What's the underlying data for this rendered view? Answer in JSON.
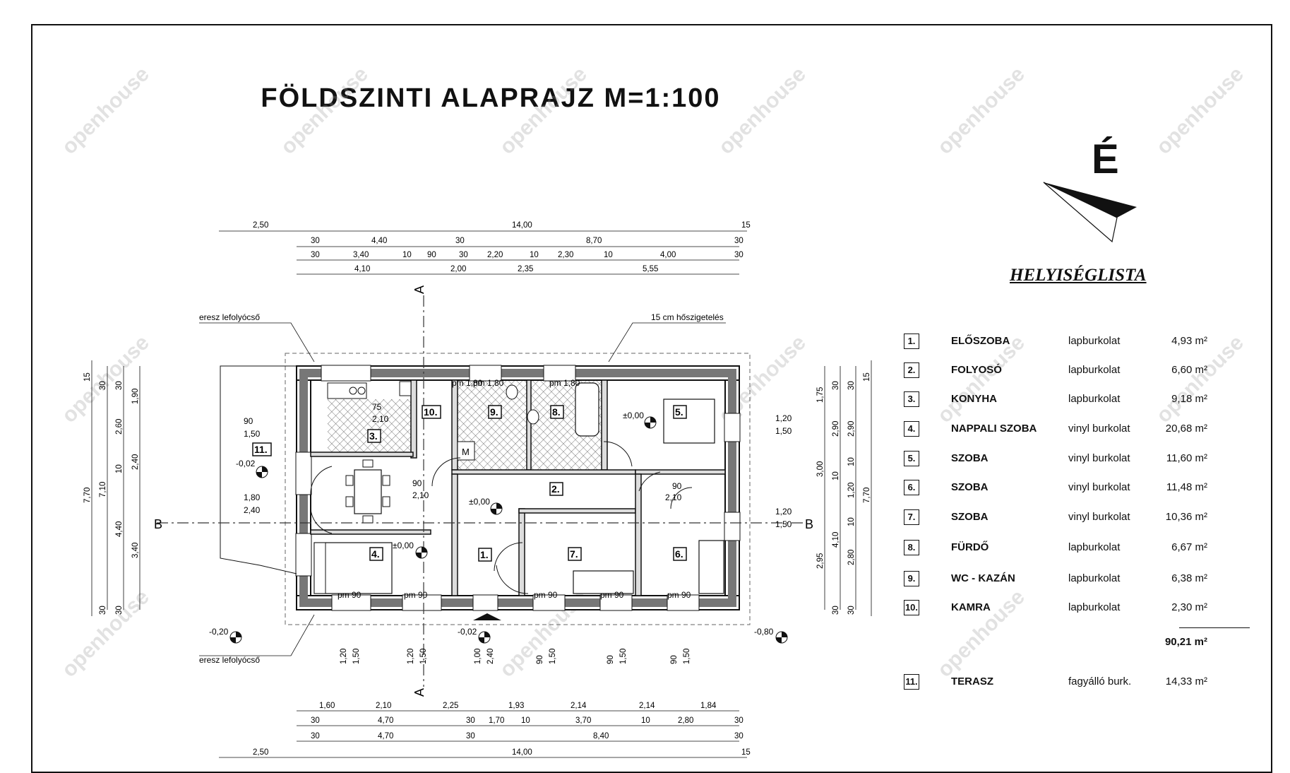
{
  "title": "FÖLDSZINTI ALAPRAJZ  M=1:100",
  "north": "É",
  "legend": {
    "heading": "HELYISÉGLISTA",
    "rooms": [
      {
        "num": "1.",
        "name": "ELŐSZOBA",
        "floor": "lapburkolat",
        "area": "4,93 m²"
      },
      {
        "num": "2.",
        "name": "FOLYOSÓ",
        "floor": "lapburkolat",
        "area": "6,60 m²"
      },
      {
        "num": "3.",
        "name": "KONYHA",
        "floor": "lapburkolat",
        "area": "9,18 m²"
      },
      {
        "num": "4.",
        "name": "NAPPALI SZOBA",
        "floor": "vinyl burkolat",
        "area": "20,68 m²"
      },
      {
        "num": "5.",
        "name": "SZOBA",
        "floor": "vinyl burkolat",
        "area": "11,60 m²"
      },
      {
        "num": "6.",
        "name": "SZOBA",
        "floor": "vinyl burkolat",
        "area": "11,48 m²"
      },
      {
        "num": "7.",
        "name": "SZOBA",
        "floor": "vinyl burkolat",
        "area": "10,36 m²"
      },
      {
        "num": "8.",
        "name": "FÜRDŐ",
        "floor": "lapburkolat",
        "area": "6,67 m²"
      },
      {
        "num": "9.",
        "name": "WC - KAZÁN",
        "floor": "lapburkolat",
        "area": "6,38 m²"
      },
      {
        "num": "10.",
        "name": "KAMRA",
        "floor": "lapburkolat",
        "area": "2,30 m²"
      }
    ],
    "total": "90,21 m²",
    "terrace": {
      "num": "11.",
      "name": "TERASZ",
      "floor": "fagyálló burk.",
      "area": "14,33 m²"
    }
  },
  "plan": {
    "room_tags": [
      "1.",
      "2.",
      "3.",
      "4.",
      "5.",
      "6.",
      "7.",
      "8.",
      "9.",
      "10.",
      "11."
    ],
    "notes": {
      "gutter_top": "eresz lefolyócső",
      "gutter_bottom": "eresz lefolyócső",
      "insulation": "15 cm hőszigetelés"
    },
    "section_marks": {
      "a": "A",
      "b": "B"
    },
    "levels": [
      "±0,00",
      "±0,00",
      "±0,00",
      "-0,02",
      "-0,02",
      "-0,20",
      "-0,80"
    ],
    "parapets": [
      "pm 90",
      "pm 1,80"
    ],
    "dims_top": {
      "row1": [
        "2,50",
        "14,00",
        "15"
      ],
      "row2": [
        "30",
        "4,40",
        "30",
        "8,70",
        "30"
      ],
      "row3": [
        "30",
        "3,40",
        "10",
        "90",
        "30",
        "2,20",
        "10",
        "2,30",
        "10",
        "4,00",
        "30"
      ],
      "row4": [
        "4,10",
        "2,00",
        "2,35",
        "5,55"
      ]
    },
    "dims_bottom": {
      "row1": [
        "1,60",
        "2,10",
        "2,25",
        "1,93",
        "2,14",
        "2,14",
        "1,84"
      ],
      "row2": [
        "30",
        "4,70",
        "30",
        "1,70",
        "10",
        "3,70",
        "10",
        "2,80",
        "30"
      ],
      "row3": [
        "30",
        "4,70",
        "30",
        "8,40",
        "30"
      ],
      "row4": [
        "2,50",
        "14,00",
        "15"
      ]
    },
    "dims_left": [
      "15",
      "30",
      "30",
      "1,90",
      "2,60",
      "10",
      "2,40",
      "7,70",
      "7,10",
      "4,40",
      "3,40",
      "30",
      "30"
    ],
    "dims_right": [
      "1,75",
      "30",
      "30",
      "15",
      "2,90",
      "2,90",
      "3,00",
      "10",
      "10",
      "1,20",
      "7,70",
      "4,10",
      "10",
      "2,80",
      "2,95",
      "30",
      "30"
    ],
    "openings": [
      "90",
      "1,50",
      "2,10",
      "1,80",
      "2,40",
      "1,20",
      "75",
      "1,00"
    ]
  },
  "colors": {
    "line": "#111111",
    "hatch": "#444444",
    "dash": "#333333"
  }
}
